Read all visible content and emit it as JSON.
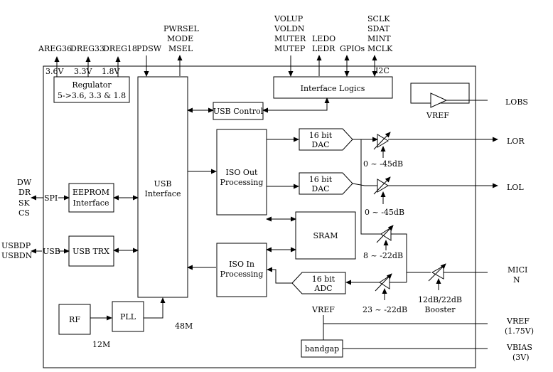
{
  "top_signals": {
    "areg36": "AREG36",
    "dreg33": "DREG33",
    "dreg18": "DREG18",
    "pdsw": "PDSW",
    "pwrsel": "PWRSEL",
    "mode": "MODE",
    "msel": "MSEL",
    "volup": "VOLUP",
    "voldn": "VOLDN",
    "muter": "MUTER",
    "mutep": "MUTEP",
    "ledo": "LEDO",
    "ledr": "LEDR",
    "gpios": "GPIOs",
    "sclk": "SCLK",
    "sdat": "SDAT",
    "mint": "MINT",
    "mclk": "MCLK",
    "i2c": "I2C"
  },
  "voltages": {
    "v36": "3.6V",
    "v33": "3.3V",
    "v18": "1.8V"
  },
  "blocks": {
    "regulator": {
      "line1": "Regulator",
      "line2": "5->3.6, 3.3 & 1.8"
    },
    "usb_interface": {
      "line1": "USB",
      "line2": "Interface"
    },
    "interface_logics": "Interface Logics",
    "usb_control": "USB Control",
    "iso_out": {
      "line1": "ISO Out",
      "line2": "Processing"
    },
    "iso_in": {
      "line1": "ISO In",
      "line2": "Processing"
    },
    "eeprom": {
      "line1": "EEPROM",
      "line2": "Interface"
    },
    "usb_trx": "USB TRX",
    "sram": "SRAM",
    "dac_r": {
      "line1": "16 bit",
      "line2": "DAC"
    },
    "dac_l": {
      "line1": "16 bit",
      "line2": "DAC"
    },
    "adc": {
      "line1": "16 bit",
      "line2": "ADC"
    },
    "rf": "RF",
    "pll": "PLL",
    "bandgap": "bandgap"
  },
  "labels": {
    "vref_buf": "VREF",
    "vref_bg": "VREF",
    "gain_r": "0 ~ -45dB",
    "gain_l": "0 ~ -45dB",
    "gain_mic_fb": "8 ~ -22dB",
    "gain_adc": "23 ~ -22dB",
    "booster_1": "12dB/22dB",
    "booster_2": "Booster",
    "clk_48m": "48M",
    "clk_12m": "12M"
  },
  "left_signals": {
    "dw": "DW",
    "dr": "DR",
    "sk": "SK",
    "cs": "CS",
    "spi": "SPI",
    "usbdp": "USBDP",
    "usbdn": "USBDN",
    "usb": "USB"
  },
  "right_signals": {
    "lobs": "LOBS",
    "lor": "LOR",
    "lol": "LOL",
    "mic_1": "MICI",
    "mic_2": "N",
    "vref_1": "VREF",
    "vref_2": "(1.75V)",
    "vbias_1": "VBIAS",
    "vbias_2": "(3V)"
  }
}
